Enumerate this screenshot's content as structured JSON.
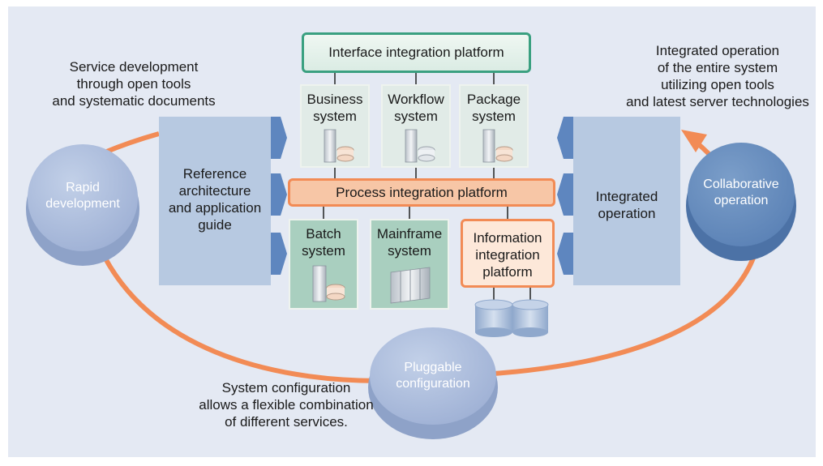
{
  "diagram": {
    "top_platform": "Interface integration platform",
    "process_platform": "Process integration platform",
    "systems_top": [
      {
        "label": "Business\nsystem"
      },
      {
        "label": "Workflow\nsystem"
      },
      {
        "label": "Package\nsystem"
      }
    ],
    "systems_bottom": [
      {
        "label": "Batch\nsystem"
      },
      {
        "label": "Mainframe\nsystem"
      },
      {
        "label": "Information\nintegration\nplatform"
      }
    ],
    "left_panel": "Reference\narchitecture\nand application\nguide",
    "right_panel": "Integrated\noperation",
    "circles": {
      "rapid": "Rapid\ndevelopment",
      "collaborative": "Collaborative\noperation",
      "pluggable": "Pluggable\nconfiguration"
    },
    "captions": {
      "top_left": "Service development\nthrough open tools\nand systematic documents",
      "top_right": "Integrated operation\nof the entire system\nutilizing open tools\nand latest server technologies",
      "bottom": "System configuration\nallows a flexible combination\nof different services."
    }
  },
  "colors": {
    "background": "#e4e9f3",
    "orange": "#f28b55",
    "green_border": "#3aa080",
    "circle_light": "#aab9d8",
    "circle_dark": "#6a8fbe"
  }
}
